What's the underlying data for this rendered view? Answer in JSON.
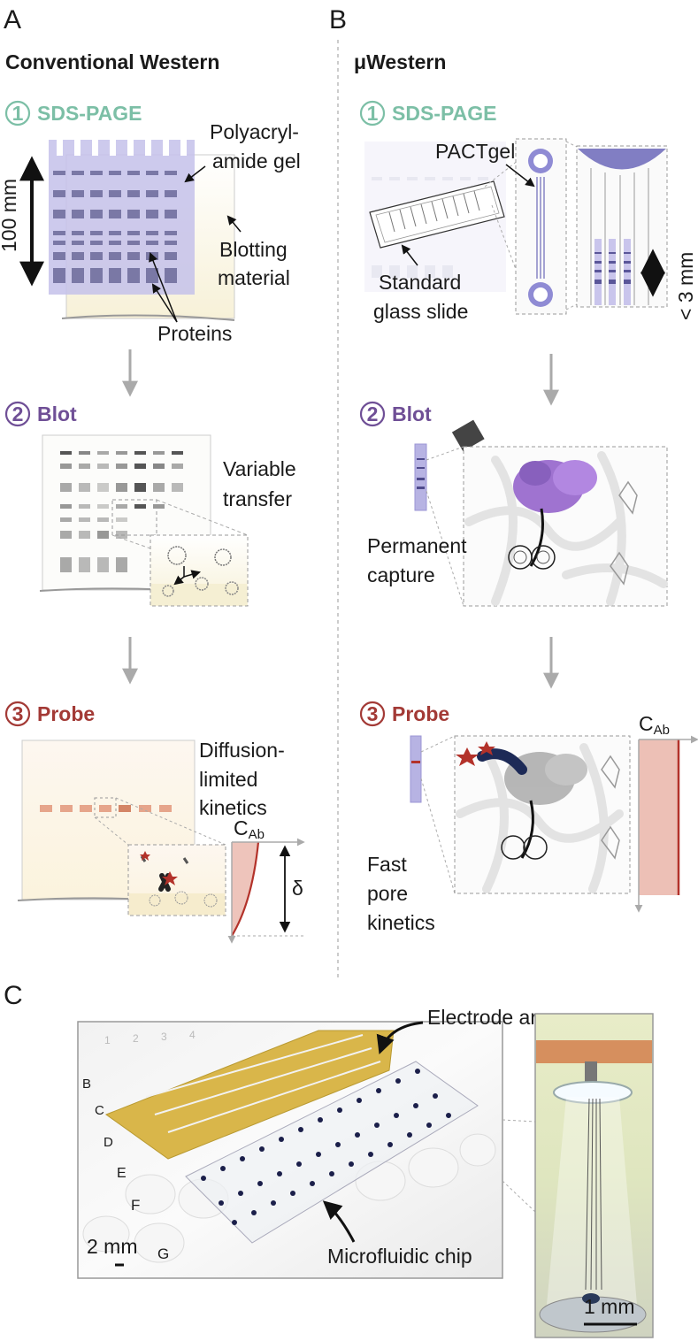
{
  "panels": {
    "a": {
      "letter": "A",
      "title": "Conventional Western",
      "steps": [
        {
          "num": "1",
          "name": "SDS-PAGE"
        },
        {
          "num": "2",
          "name": "Blot"
        },
        {
          "num": "3",
          "name": "Probe"
        }
      ],
      "labels": {
        "gel_line1": "Polyacryl-",
        "gel_line2": "amide gel",
        "scale": "100 mm",
        "blot_line1": "Blotting",
        "blot_line2": "material",
        "proteins": "Proteins",
        "transfer_line1": "Variable",
        "transfer_line2": "transfer",
        "diff_line1": "Diffusion-",
        "diff_line2": "limited",
        "diff_line3": "kinetics",
        "cab": "C",
        "cab_sub": "Ab",
        "delta": "δ"
      }
    },
    "b": {
      "letter": "B",
      "title": "μWestern",
      "steps": [
        {
          "num": "1",
          "name": "SDS-PAGE"
        },
        {
          "num": "2",
          "name": "Blot"
        },
        {
          "num": "3",
          "name": "Probe"
        }
      ],
      "labels": {
        "pactgel": "PACTgel",
        "slide_line1": "Standard",
        "slide_line2": "glass slide",
        "scale": "< 3 mm",
        "perm_line1": "Permanent",
        "perm_line2": "capture",
        "fast_line1": "Fast",
        "fast_line2": "pore",
        "fast_line3": "kinetics",
        "cab": "C",
        "cab_sub": "Ab"
      }
    },
    "c": {
      "letter": "C",
      "labels": {
        "electrode": "Electrode array",
        "chip": "Microfluidic chip",
        "scale_left": "2 mm",
        "scale_right": "1 mm",
        "row_letters": [
          "B",
          "C",
          "D",
          "E",
          "F",
          "G"
        ]
      }
    }
  },
  "colors": {
    "teal": "#7cbfa6",
    "purple": "#6f4f96",
    "red": "#a33a36",
    "gel": "#b7b3e3",
    "band": "#6c6a9a",
    "probe_fill": "#e8b0a4"
  }
}
